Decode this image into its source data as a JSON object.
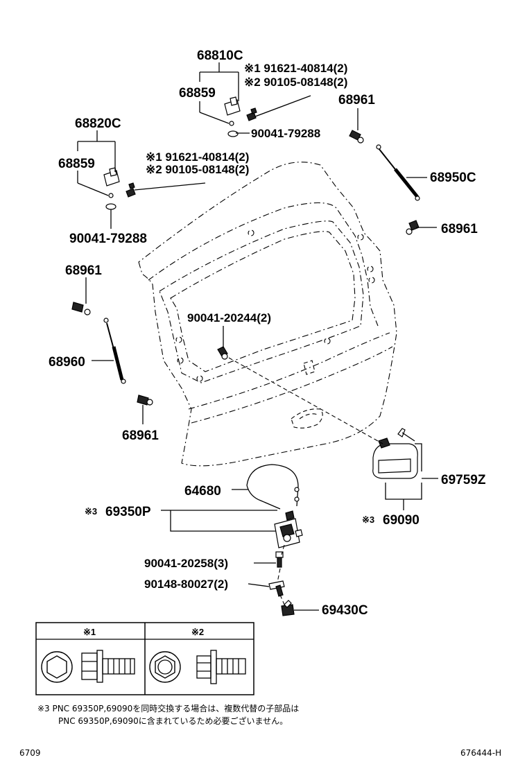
{
  "labels": {
    "p68810C": "68810C",
    "p68859a": "68859",
    "p68820C": "68820C",
    "p68859b": "68859",
    "p68961a": "68961",
    "p68950C": "68950C",
    "p68961b": "68961",
    "p68961c": "68961",
    "p68960": "68960",
    "p68961d": "68961",
    "p64680": "64680",
    "p69350P": "69350P",
    "p69350P_mark": "※3",
    "p69759Z": "69759Z",
    "p69090": "69090",
    "p69090_mark": "※3",
    "p69430C": "69430C",
    "bolt_a1": "※1 91621-40814(2)",
    "bolt_a2": "※2 90105-08148(2)",
    "bolt_b1": "※1 91621-40814(2)",
    "bolt_b2": "※2 90105-08148(2)",
    "grom_a": "90041-79288",
    "grom_b": "90041-79288",
    "clip_20244": "90041-20244(2)",
    "clip_20258": "90041-20258(3)",
    "screw_80027": "90148-80027(2)"
  },
  "legend": {
    "col1": "※1",
    "col2": "※2"
  },
  "footnote": {
    "line1": "※3 PNC 69350P,69090を同時交換する場合は、複数代替の子部品は",
    "line2": "PNC 69350P,69090に含まれているため必要ございません。"
  },
  "footer": {
    "left": "6709",
    "right": "676444-H"
  }
}
